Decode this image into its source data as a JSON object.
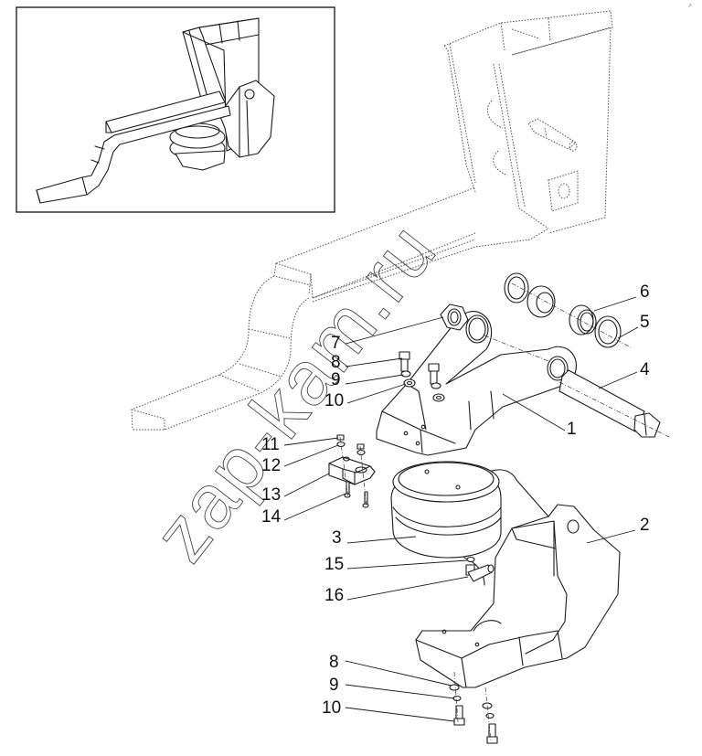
{
  "diagram": {
    "title": "Air suspension assembly – exploded view",
    "watermark": "zap-kam.ru",
    "corner_mark": "↗",
    "inset": {
      "description": "Assembled view of suspension"
    },
    "callouts": [
      {
        "id": "1",
        "label": "1"
      },
      {
        "id": "2",
        "label": "2"
      },
      {
        "id": "3",
        "label": "3"
      },
      {
        "id": "4",
        "label": "4"
      },
      {
        "id": "5",
        "label": "5"
      },
      {
        "id": "6",
        "label": "6"
      },
      {
        "id": "7",
        "label": "7"
      },
      {
        "id": "8a",
        "label": "8"
      },
      {
        "id": "9a",
        "label": "9"
      },
      {
        "id": "10a",
        "label": "10"
      },
      {
        "id": "11",
        "label": "11"
      },
      {
        "id": "12",
        "label": "12"
      },
      {
        "id": "13",
        "label": "13"
      },
      {
        "id": "14",
        "label": "14"
      },
      {
        "id": "15",
        "label": "15"
      },
      {
        "id": "16",
        "label": "16"
      },
      {
        "id": "8b",
        "label": "8"
      },
      {
        "id": "9b",
        "label": "9"
      },
      {
        "id": "10b",
        "label": "10"
      }
    ]
  }
}
